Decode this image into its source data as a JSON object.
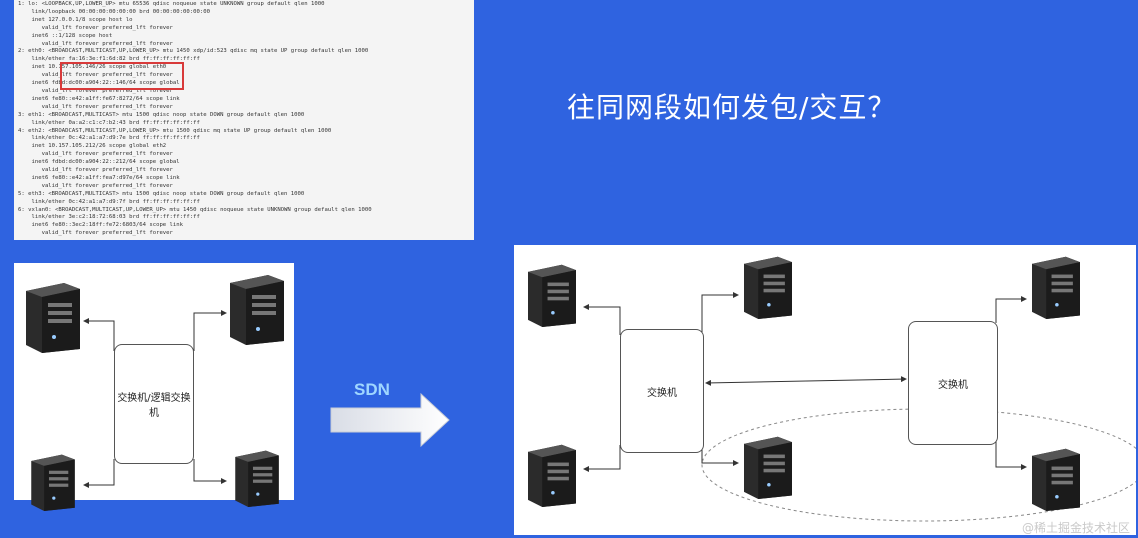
{
  "terminal": {
    "lines": [
      "1: lo: <LOOPBACK,UP,LOWER_UP> mtu 65536 qdisc noqueue state UNKNOWN group default qlen 1000",
      "    link/loopback 00:00:00:00:00:00 brd 00:00:00:00:00:00",
      "    inet 127.0.0.1/8 scope host lo",
      "       valid_lft forever preferred_lft forever",
      "    inet6 ::1/128 scope host",
      "       valid_lft forever preferred_lft forever",
      "2: eth0: <BROADCAST,MULTICAST,UP,LOWER_UP> mtu 1450 xdp/id:523 qdisc mq state UP group default qlen 1000",
      "    link/ether fa:16:3e:f1:6d:82 brd ff:ff:ff:ff:ff:ff",
      "    inet 10.157.105.146/26 scope global eth0",
      "       valid_lft forever preferred_lft forever",
      "    inet6 fdbd:dc00:a904:22::146/64 scope global",
      "       valid_lft forever preferred_lft forever",
      "    inet6 fe80::e42:a1ff:fe67:8272/64 scope link",
      "       valid_lft forever preferred_lft forever",
      "3: eth1: <BROADCAST,MULTICAST> mtu 1500 qdisc noop state DOWN group default qlen 1000",
      "    link/ether 0a:a2:c1:c7:b2:43 brd ff:ff:ff:ff:ff:ff",
      "4: eth2: <BROADCAST,MULTICAST,UP,LOWER_UP> mtu 1500 qdisc mq state UP group default qlen 1000",
      "    link/ether 0c:42:a1:a7:d9:7e brd ff:ff:ff:ff:ff:ff",
      "    inet 10.157.105.212/26 scope global eth2",
      "       valid_lft forever preferred_lft forever",
      "    inet6 fdbd:dc00:a904:22::212/64 scope global",
      "       valid_lft forever preferred_lft forever",
      "    inet6 fe80::e42:a1ff:fea7:d97e/64 scope link",
      "       valid_lft forever preferred_lft forever",
      "5: eth3: <BROADCAST,MULTICAST> mtu 1500 qdisc noop state DOWN group default qlen 1000",
      "    link/ether 0c:42:a1:a7:d9:7f brd ff:ff:ff:ff:ff:ff",
      "6: vxlan0: <BROADCAST,MULTICAST,UP,LOWER_UP> mtu 1450 qdisc noqueue state UNKNOWN group default qlen 1000",
      "    link/ether 3e:c2:18:72:68:03 brd ff:ff:ff:ff:ff:ff",
      "    inet6 fe80::3ec2:18ff:fe72:6803/64 scope link",
      "       valid_lft forever preferred_lft forever"
    ]
  },
  "headline": "往同网段如何发包/交互？",
  "left_diagram": {
    "switch_label": "交换机/逻辑交换机"
  },
  "sdn": {
    "label": "SDN"
  },
  "right_diagram": {
    "switch1_label": "交换机",
    "switch2_label": "交换机"
  },
  "watermark": "@稀土掘金技术社区",
  "colors": {
    "background": "#2f63e0",
    "highlight": "#d83a3a",
    "sdn_text": "#9fd6ff"
  }
}
